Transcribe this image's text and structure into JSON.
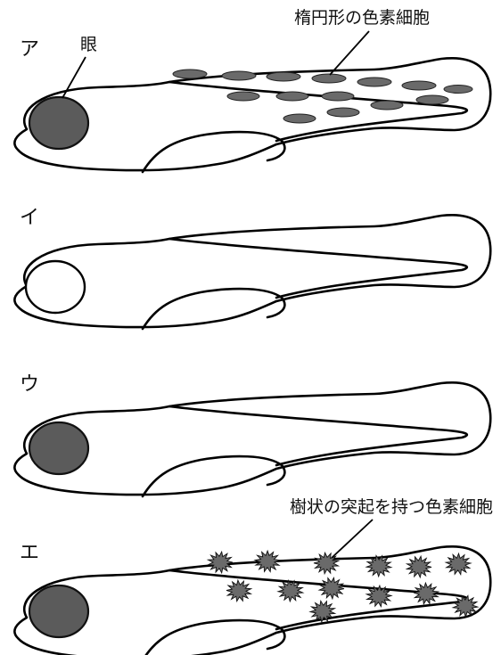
{
  "panels": [
    {
      "label": "ア",
      "eye": "dark",
      "pigment": "ellipse"
    },
    {
      "label": "イ",
      "eye": "light",
      "pigment": "none"
    },
    {
      "label": "ウ",
      "eye": "dark",
      "pigment": "none"
    },
    {
      "label": "エ",
      "eye": "dark",
      "pigment": "star"
    }
  ],
  "annotations": {
    "eye": "眼",
    "ellipse_cells": "楕円形の色素細胞",
    "dendritic_cells": "樹状の突起を持つ色素細胞"
  },
  "colors": {
    "pigment": "#6a6a6a",
    "eye_dark": "#5b5b5b",
    "outline": "#000000"
  }
}
